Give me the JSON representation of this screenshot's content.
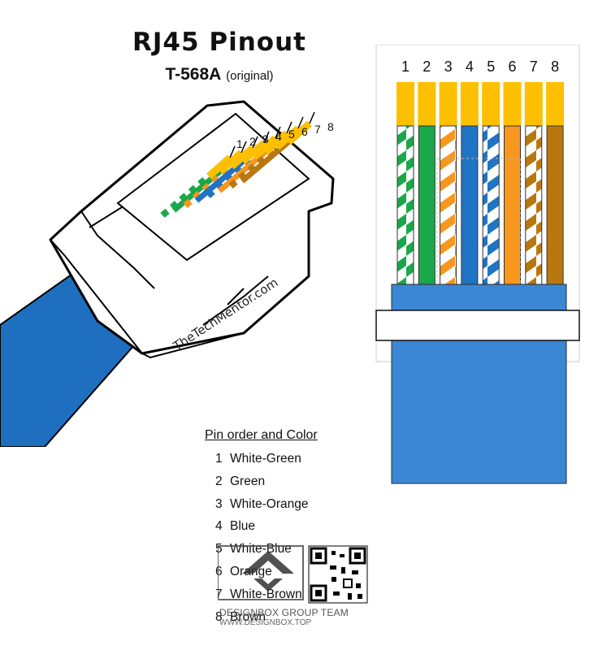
{
  "title": "RJ45  Pinout",
  "subtitle": {
    "standard": "T-568A",
    "note": "(original)"
  },
  "site_watermark": "TheTechMentor.com",
  "colors": {
    "green": "#1aa84a",
    "orange": "#f7971e",
    "blue": "#1f74c4",
    "brown": "#b9780f",
    "white": "#ffffff",
    "gold": "#fdc000",
    "cable": "#3b87d5",
    "cable_dark": "#1e6fbf"
  },
  "pins": [
    {
      "number": "1",
      "color": "White-Green",
      "base": "green",
      "striped": true
    },
    {
      "number": "2",
      "color": "Green",
      "base": "green",
      "striped": false
    },
    {
      "number": "3",
      "color": "White-Orange",
      "base": "orange",
      "striped": true
    },
    {
      "number": "4",
      "color": "Blue",
      "base": "blue",
      "striped": false
    },
    {
      "number": "5",
      "color": "White-Blue",
      "base": "blue",
      "striped": true
    },
    {
      "number": "6",
      "color": "Orange",
      "base": "orange",
      "striped": false
    },
    {
      "number": "7",
      "color": "White-Brown",
      "base": "brown",
      "striped": true
    },
    {
      "number": "8",
      "color": "Brown",
      "base": "brown",
      "striped": false
    }
  ],
  "legend_title": "Pin order and Color",
  "logo": {
    "brand": "DESIGNBOX GROUP TEAM",
    "url": "WWW.DESIGNBOX.TOP"
  }
}
